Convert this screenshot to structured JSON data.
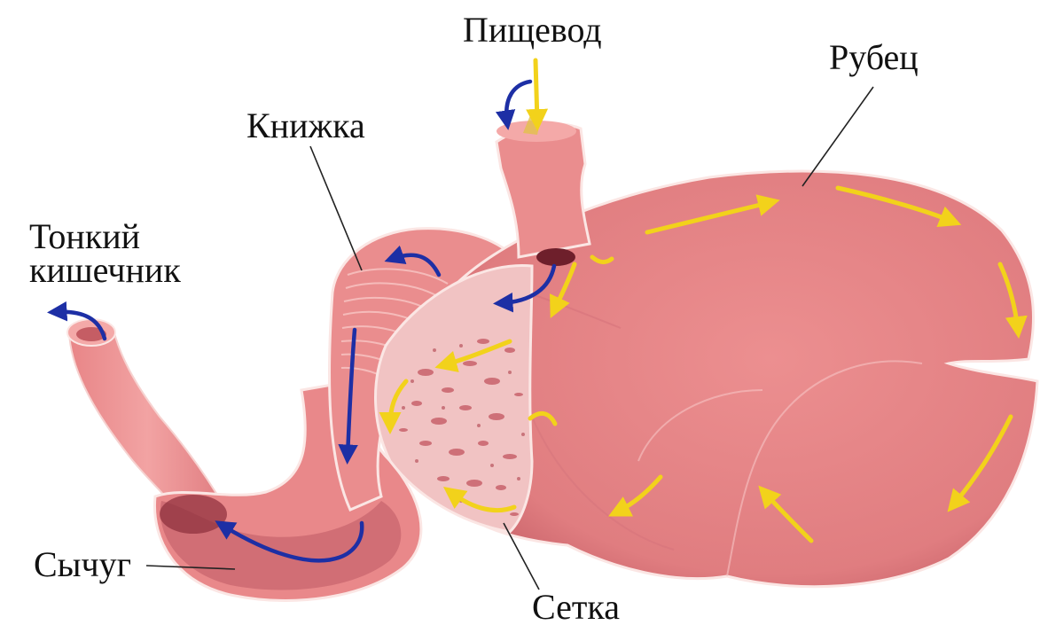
{
  "labels": {
    "esophagus": "Пищевод",
    "rumen": "Рубец",
    "omasum": "Книжка",
    "small_intestine_line1": "Тонкий",
    "small_intestine_line2": "кишечник",
    "abomasum": "Сычуг",
    "reticulum": "Сетка"
  },
  "colors": {
    "organ_fill": "#e9888a",
    "organ_light": "#f4a9a8",
    "organ_dark": "#c55d64",
    "cavity": "#8b2d3a",
    "outline": "#fbe6e4",
    "arrow_yellow": "#f2d21b",
    "arrow_blue": "#1d2fa5",
    "leader_line": "#222222"
  },
  "icons": {
    "flow_food": "yellow-arrow-icon",
    "flow_cud": "blue-arrow-icon"
  }
}
